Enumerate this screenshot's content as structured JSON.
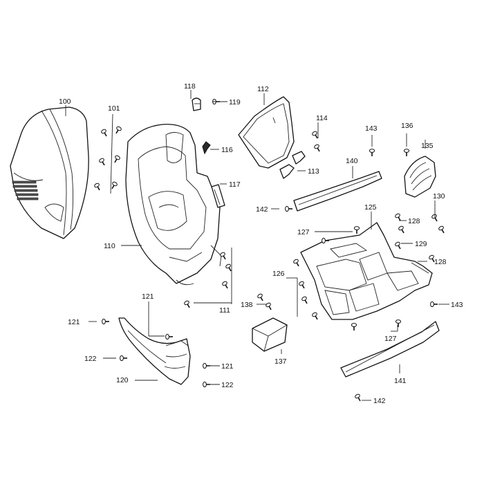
{
  "diagram": {
    "labels": [
      {
        "id": "l100",
        "text": "100"
      },
      {
        "id": "l101",
        "text": "101"
      },
      {
        "id": "l110",
        "text": "110"
      },
      {
        "id": "l111",
        "text": "111"
      },
      {
        "id": "l112",
        "text": "112"
      },
      {
        "id": "l113",
        "text": "113"
      },
      {
        "id": "l114",
        "text": "114"
      },
      {
        "id": "l116",
        "text": "116"
      },
      {
        "id": "l117",
        "text": "117"
      },
      {
        "id": "l118",
        "text": "118"
      },
      {
        "id": "l119",
        "text": "119"
      },
      {
        "id": "l120",
        "text": "120"
      },
      {
        "id": "l121a",
        "text": "121"
      },
      {
        "id": "l121b",
        "text": "121"
      },
      {
        "id": "l121c",
        "text": "121"
      },
      {
        "id": "l122a",
        "text": "122"
      },
      {
        "id": "l122b",
        "text": "122"
      },
      {
        "id": "l125",
        "text": "125"
      },
      {
        "id": "l126",
        "text": "126"
      },
      {
        "id": "l127a",
        "text": "127"
      },
      {
        "id": "l127b",
        "text": "127"
      },
      {
        "id": "l128a",
        "text": "128"
      },
      {
        "id": "l128b",
        "text": "128"
      },
      {
        "id": "l129",
        "text": "129"
      },
      {
        "id": "l130",
        "text": "130"
      },
      {
        "id": "l135",
        "text": "135"
      },
      {
        "id": "l136",
        "text": "136"
      },
      {
        "id": "l137",
        "text": "137"
      },
      {
        "id": "l138",
        "text": "138"
      },
      {
        "id": "l140",
        "text": "140"
      },
      {
        "id": "l141",
        "text": "141"
      },
      {
        "id": "l142a",
        "text": "142"
      },
      {
        "id": "l142b",
        "text": "142"
      },
      {
        "id": "l143a",
        "text": "143"
      },
      {
        "id": "l143b",
        "text": "143"
      }
    ]
  }
}
